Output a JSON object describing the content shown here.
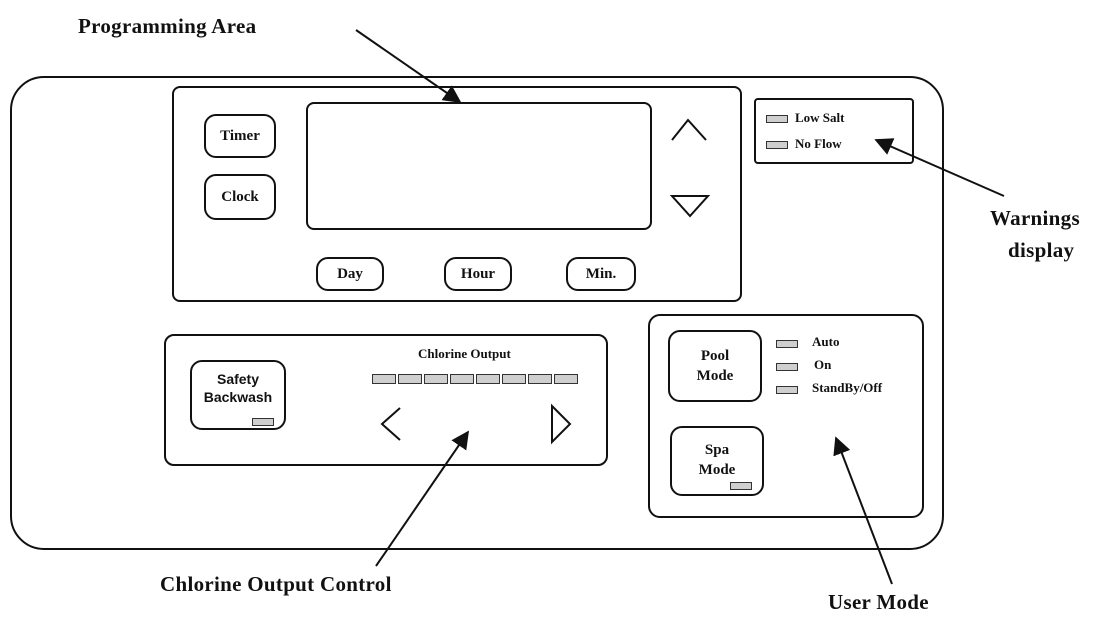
{
  "callouts": {
    "programming_area": "Programming Area",
    "warnings_line1": "Warnings",
    "warnings_line2": "display",
    "chlorine_output_control": "Chlorine Output Control",
    "user_mode": "User Mode"
  },
  "programming": {
    "timer_label": "Timer",
    "clock_label": "Clock",
    "day_label": "Day",
    "hour_label": "Hour",
    "min_label": "Min."
  },
  "warnings": {
    "low_salt": "Low Salt",
    "no_flow": "No Flow"
  },
  "chlorine": {
    "title": "Chlorine Output",
    "safety_line1": "Safety",
    "safety_line2": "Backwash",
    "segment_count": 8
  },
  "user_mode": {
    "pool_line1": "Pool",
    "pool_line2": "Mode",
    "auto": "Auto",
    "on": "On",
    "standby": "StandBy/Off",
    "spa_line1": "Spa",
    "spa_line2": "Mode"
  },
  "icons": [
    "up-arrow-icon",
    "down-arrow-icon",
    "left-arrow-icon",
    "right-arrow-icon"
  ]
}
